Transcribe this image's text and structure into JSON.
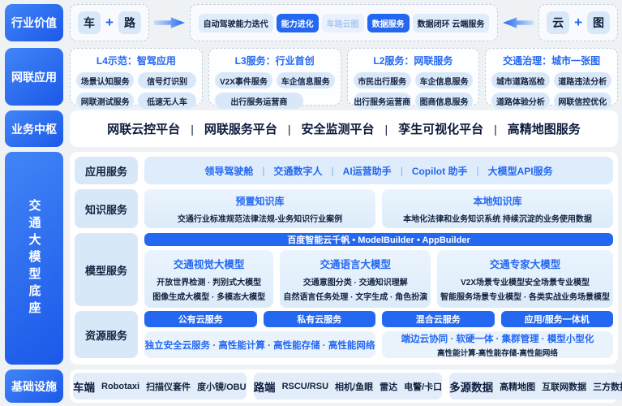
{
  "colors": {
    "primary_blue": "#2468F2",
    "light_pill": "#D9E8F9",
    "card_bg": "#E3F0FC",
    "dark_text": "#13233F",
    "page_bg": "#EFF2F5"
  },
  "sidebar": {
    "industry_value": "行业价值",
    "connected_apps": "网联应用",
    "business_hub": "业务中枢",
    "model_base": "交通大模型底座",
    "infrastructure": "基础设施"
  },
  "value_row": {
    "left": {
      "a": "车",
      "plus": "+",
      "b": "路"
    },
    "right": {
      "a": "云",
      "plus": "+",
      "b": "图"
    },
    "pills": [
      {
        "label": "自动驾驶能力迭代"
      },
      {
        "label": "能力进化"
      },
      {
        "label": "车路云图"
      },
      {
        "label": "数据服务"
      },
      {
        "label": "数据闭环 云端服务"
      }
    ]
  },
  "app_row": {
    "sections": [
      {
        "title": "L4示范：智驾应用",
        "items": [
          "场景认知服务",
          "信号灯识别",
          "网联测试服务",
          "低速无人车"
        ]
      },
      {
        "title": "L3服务：行业首创",
        "items": [
          "V2X事件服务",
          "车企信息服务",
          "出行服务运营商"
        ]
      },
      {
        "title": "L2服务：网联服务",
        "items": [
          "市民出行服务",
          "车企信息服务",
          "出行服务运营商",
          "图商信息服务"
        ]
      },
      {
        "title": "交通治理：城市一张图",
        "items": [
          "城市道路巡检",
          "道路违法分析",
          "道路体验分析",
          "网联信控优化"
        ]
      }
    ]
  },
  "platform_row": {
    "separator": "|",
    "items": [
      "网联云控平台",
      "网联服务平台",
      "安全监测平台",
      "孪生可视化平台",
      "高精地图服务"
    ]
  },
  "model_base": {
    "app_services": {
      "label": "应用服务",
      "separator": "|",
      "items": [
        "领导驾驶舱",
        "交通数字人",
        "AI运营助手",
        "Copilot 助手",
        "大模型API服务"
      ]
    },
    "knowledge": {
      "label": "知识服务",
      "cards": [
        {
          "title": "预置知识库",
          "desc": "交通行业标准规范法律法规-业务知识行业案例"
        },
        {
          "title": "本地知识库",
          "desc": "本地化法律和业务知识系统 持续沉淀的业务使用数据"
        }
      ]
    },
    "models": {
      "label": "模型服务",
      "banner": "百度智能云千帆 • ModelBuilder • AppBuilder",
      "cards": [
        {
          "title": "交通视觉大模型",
          "line1": "开放世界检测 · 判别式大模型",
          "line2": "图像生成大模型 · 多模态大模型"
        },
        {
          "title": "交通语言大模型",
          "line1": "交通意图分类 · 交通知识理解",
          "line2": "自然语言任务处理 · 文字生成 · 角色扮演"
        },
        {
          "title": "交通专家大模型",
          "line1": "V2X场景专业模型安全场景专业模型",
          "line2": "智能服务场景专业模型 · 各类实战业务场景模型"
        }
      ]
    },
    "resources": {
      "label": "资源服务",
      "pills": [
        "公有云服务",
        "私有云服务",
        "混合云服务",
        "应用/服务一体机"
      ],
      "left_card": {
        "line1": "独立安全云服务 · 高性能计算 · 高性能存储 · 高性能网络"
      },
      "right_card": {
        "line1": "端边云协同 · 软硬一体 · 集群管理 · 模型小型化",
        "line2": "高性能计算-高性能存储-高性能网络"
      }
    }
  },
  "infra_row": {
    "groups": [
      {
        "title": "车端",
        "items": [
          "Robotaxi",
          "扫描仪套件",
          "度小镜/OBU"
        ]
      },
      {
        "title": "路端",
        "items": [
          "RSCU/RSU",
          "相机/鱼眼",
          "雷达",
          "电警/卡口"
        ]
      },
      {
        "title": "多源数据",
        "items": [
          "高精地图",
          "互联网数据",
          "三方数据"
        ]
      }
    ]
  }
}
